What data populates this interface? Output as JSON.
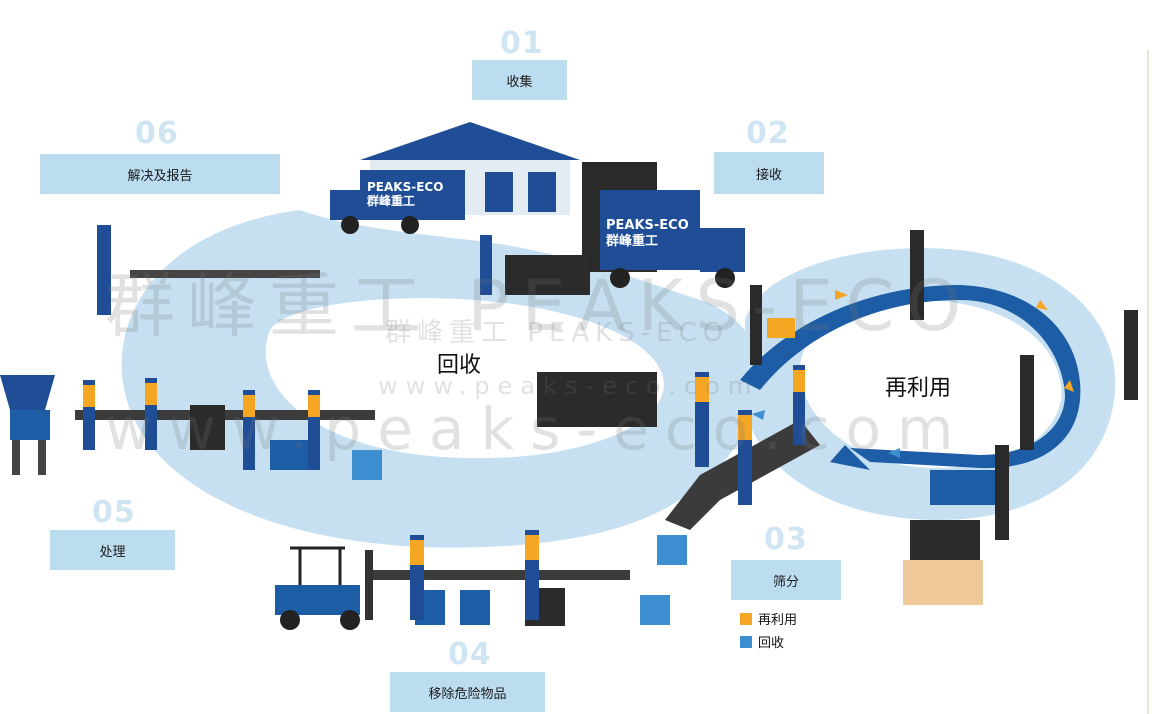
{
  "steps": [
    {
      "num": "01",
      "label": "收集"
    },
    {
      "num": "02",
      "label": "接收"
    },
    {
      "num": "03",
      "label": "筛分"
    },
    {
      "num": "04",
      "label": "移除危险物品"
    },
    {
      "num": "05",
      "label": "处理"
    },
    {
      "num": "06",
      "label": "解决及报告"
    }
  ],
  "loops": {
    "left": "回收",
    "right": "再利用"
  },
  "legend": [
    {
      "label": "再利用",
      "color": "#f5a623"
    },
    {
      "label": "回收",
      "color": "#3d8fd1"
    }
  ],
  "truck_brand": {
    "name": "PEAKS-ECO",
    "sub": "群峰重工"
  },
  "watermark": {
    "big": "群峰重工 PEAKS-ECO",
    "small": "群峰重工 PEAKS-ECO",
    "url": "www.peaks-eco.com",
    "url_small": "www.peaks-eco.com"
  },
  "colors": {
    "loop": "#c6e0f1",
    "callout": "#bcdcf0",
    "navy": "#1f4e96",
    "conveyor": "#1c5da6",
    "reuse": "#f5a623",
    "recycle": "#3d8fd1"
  }
}
